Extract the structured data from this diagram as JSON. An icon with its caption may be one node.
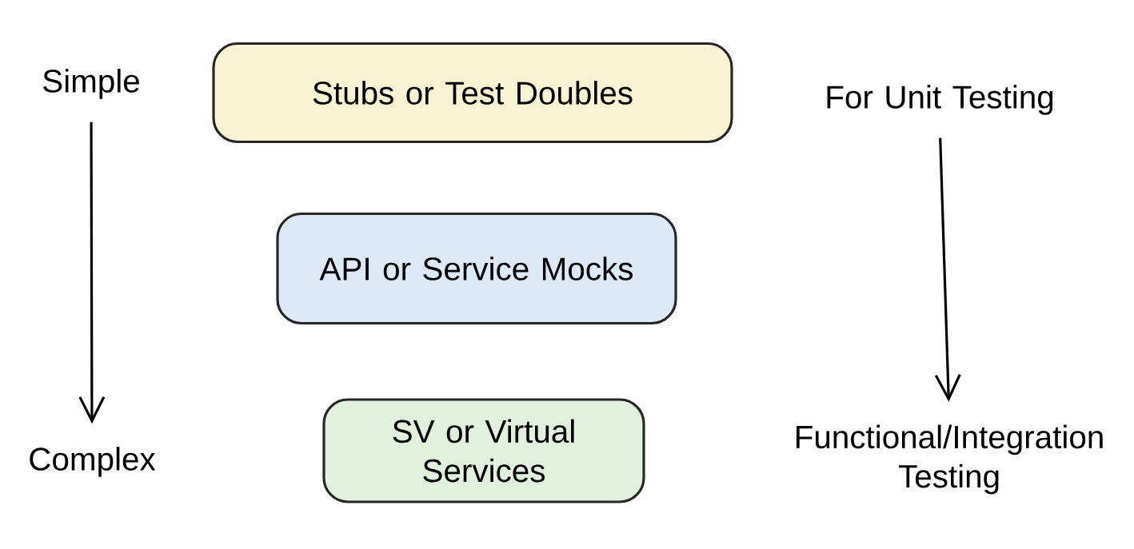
{
  "diagram": {
    "nodes": [
      {
        "text": [
          "Simple"
        ]
      },
      {
        "text": [
          "Stubs or Test Doubles"
        ]
      },
      {
        "text": [
          "For Unit Testing"
        ]
      },
      {
        "text": [
          "API or Service Mocks"
        ]
      },
      {
        "text": [
          "Complex"
        ]
      },
      {
        "text": [
          "SV or Virtual Services"
        ]
      },
      {
        "text": [
          "Functional/Integration Testing"
        ]
      }
    ],
    "edges": [
      {
        "from": 0,
        "to": 4,
        "arrow": "to"
      },
      {
        "from": 2,
        "to": 6,
        "arrow": "to"
      }
    ]
  }
}
